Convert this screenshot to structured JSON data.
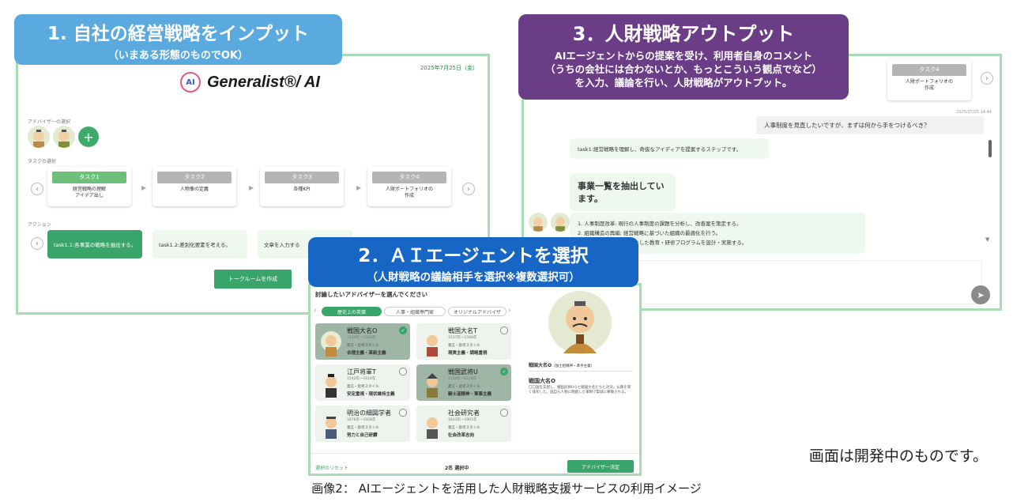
{
  "step1": {
    "title": "1. 自社の経営戦略をインプット",
    "subtitle": "（いまある形態のものでOK）",
    "date": "2025年7月25日（金）",
    "logo_mark": "AI",
    "logo_text": "Generalist®/ AI",
    "advisor_label": "アドバイザーの選択",
    "add_symbol": "+",
    "task_label": "タスクの選択",
    "tasks": [
      {
        "header": "タスク1",
        "body": "経営戦略の理解\nアイデア出し"
      },
      {
        "header": "タスク2",
        "body": "人物像の定義"
      },
      {
        "header": "タスク3",
        "body": "各種KPI"
      },
      {
        "header": "タスク4",
        "body": "人財ポートフォリオの\n作成"
      }
    ],
    "action_label": "アクション",
    "actions": [
      "task1.1:各事業の戦略を抽出する。",
      "task1.2:差別化要素を考える。",
      "文章を入力する"
    ],
    "talk_button": "トークルームを作成"
  },
  "step3": {
    "title": "3．人財戦略アウトプット",
    "line1": "AIエージェントからの提案を受け、利用者自身のコメント",
    "line2": "（うちの会社には合わないとか、もっとこういう観点でなど）",
    "line3": "を入力、議論を行い、人財戦略がアウトプット。",
    "task4_header": "タスク4",
    "task4_body": "人財ポートフォリオの\n作成",
    "timestamp": "2025/07/25 14:44",
    "user_msg": "人事制度を見直したいですが、まずは何から手をつけるべき？",
    "ai_msg1": "task1:経営戦略を理解し、奇抜なアイディアを提案するステップです。",
    "ai_msg2": "事業一覧を抽出しています。",
    "ai_list1": "1. 人事制度改革: 現行の人事制度の課題を分析し、改善案を策定する。",
    "ai_list2": "2. 組織構造の再編: 経営戦略に基づいた組織の最適化を行う。",
    "ai_list3": "社員のスキル向上を目的とした教育・研修プログラムを設計・実施する。"
  },
  "step2": {
    "title": "2．ＡＩエージェントを選択",
    "subtitle": "（人財戦略の議論相手を選択※複数選択可）",
    "prompt": "討論したいアドバイザーを選んでください",
    "tabs": [
      "歴史上の英傑",
      "人事・組織専門家",
      "オリジナルアドバイザ"
    ],
    "advisors": [
      {
        "name": "戦国大名O",
        "years": "1534年〜1582年",
        "style_label": "発言・思考スタイル",
        "style": "合理主義・革新主義",
        "selected": true
      },
      {
        "name": "戦国大名T",
        "years": "1537年〜1598年",
        "style_label": "発言・思考スタイル",
        "style": "現実主義・調略重視",
        "selected": false
      },
      {
        "name": "江戸将軍T",
        "years": "1542年〜1616年",
        "style_label": "発言・思考スタイル",
        "style": "安定重視・現状維持主義",
        "selected": false
      },
      {
        "name": "戦国武将U",
        "years": "1530年〜1578年",
        "style_label": "発言・思考スタイル",
        "style": "騎士道精神・軍事主義",
        "selected": true
      },
      {
        "name": "明治の細図学者",
        "years": "1876年〜1928年",
        "style_label": "発言・思考スタイル",
        "style": "努力と自己研鑽",
        "selected": false
      },
      {
        "name": "社会研究者",
        "years": "1833年〜1901年",
        "style_label": "発言・思考スタイル",
        "style": "社会改革志向",
        "selected": false
      }
    ],
    "check_mark": "✓",
    "detail_name": "戦国大名O",
    "detail_title": "（独士招精神・革手主義）",
    "detail_head": "戦国大名O",
    "detail_desc": "〇〇国を支配し、戦国武将Uらと戦国大名たちと対決。仏教を厚く排斥した。国自ら人物に明越した革制で築城に尊敬される。",
    "reset": "選択のリセット",
    "count": "2名 選択中",
    "decide": "アドバイザー決定"
  },
  "note": "画面は開発中のものです。",
  "caption": "画像2： AIエージェントを活用した人財戦略支援サービスの利用イメージ"
}
